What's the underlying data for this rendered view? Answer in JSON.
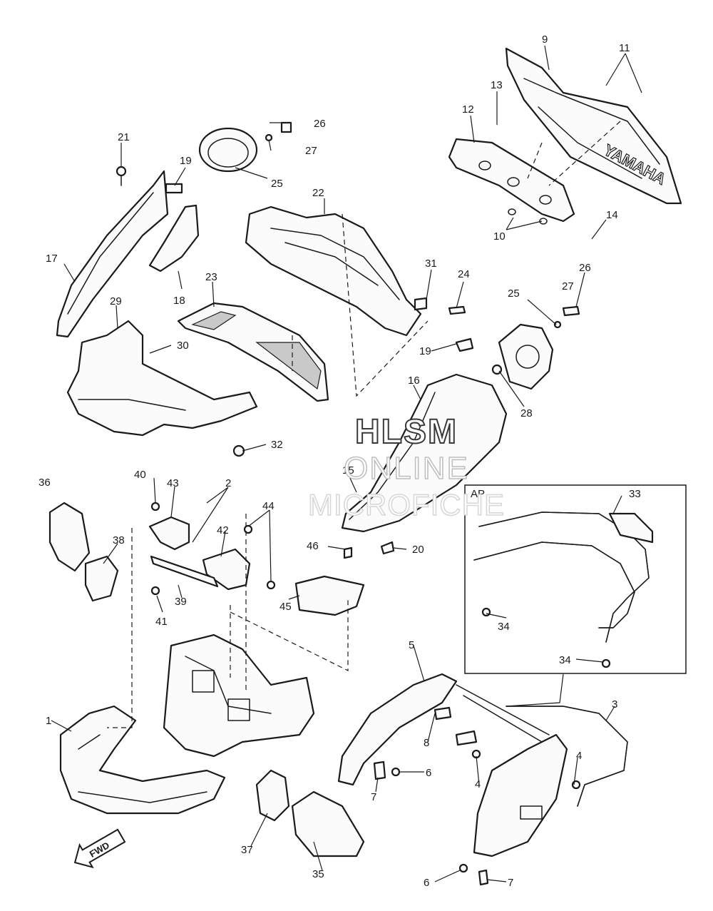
{
  "callouts": [
    {
      "id": "1",
      "text": "1"
    },
    {
      "id": "2",
      "text": "2"
    },
    {
      "id": "3",
      "text": "3"
    },
    {
      "id": "4a",
      "text": "4"
    },
    {
      "id": "4b",
      "text": "4"
    },
    {
      "id": "5",
      "text": "5"
    },
    {
      "id": "6a",
      "text": "6"
    },
    {
      "id": "6b",
      "text": "6"
    },
    {
      "id": "7a",
      "text": "7"
    },
    {
      "id": "7b",
      "text": "7"
    },
    {
      "id": "8",
      "text": "8"
    },
    {
      "id": "9",
      "text": "9"
    },
    {
      "id": "10",
      "text": "10"
    },
    {
      "id": "11",
      "text": "11"
    },
    {
      "id": "12",
      "text": "12"
    },
    {
      "id": "13",
      "text": "13"
    },
    {
      "id": "14",
      "text": "14"
    },
    {
      "id": "15",
      "text": "15"
    },
    {
      "id": "16",
      "text": "16"
    },
    {
      "id": "17",
      "text": "17"
    },
    {
      "id": "18",
      "text": "18"
    },
    {
      "id": "19a",
      "text": "19"
    },
    {
      "id": "19b",
      "text": "19"
    },
    {
      "id": "20",
      "text": "20"
    },
    {
      "id": "21",
      "text": "21"
    },
    {
      "id": "22",
      "text": "22"
    },
    {
      "id": "23",
      "text": "23"
    },
    {
      "id": "24",
      "text": "24"
    },
    {
      "id": "25a",
      "text": "25"
    },
    {
      "id": "25b",
      "text": "25"
    },
    {
      "id": "26a",
      "text": "26"
    },
    {
      "id": "26b",
      "text": "26"
    },
    {
      "id": "27a",
      "text": "27"
    },
    {
      "id": "27b",
      "text": "27"
    },
    {
      "id": "28",
      "text": "28"
    },
    {
      "id": "29",
      "text": "29"
    },
    {
      "id": "30",
      "text": "30"
    },
    {
      "id": "31",
      "text": "31"
    },
    {
      "id": "32",
      "text": "32"
    },
    {
      "id": "33",
      "text": "33"
    },
    {
      "id": "34a",
      "text": "34"
    },
    {
      "id": "34b",
      "text": "34"
    },
    {
      "id": "35",
      "text": "35"
    },
    {
      "id": "36",
      "text": "36"
    },
    {
      "id": "37",
      "text": "37"
    },
    {
      "id": "38",
      "text": "38"
    },
    {
      "id": "39",
      "text": "39"
    },
    {
      "id": "40",
      "text": "40"
    },
    {
      "id": "41",
      "text": "41"
    },
    {
      "id": "42",
      "text": "42"
    },
    {
      "id": "43",
      "text": "43"
    },
    {
      "id": "44",
      "text": "44"
    },
    {
      "id": "45",
      "text": "45"
    },
    {
      "id": "46",
      "text": "46"
    }
  ],
  "inset": {
    "label": "AP"
  },
  "direction_arrow": {
    "label": "FWD"
  },
  "cowl_lettering": "YAMAHA",
  "watermark": {
    "line1": "HLSM",
    "line2": "ONLINE",
    "line3": "MICROFICHE"
  }
}
